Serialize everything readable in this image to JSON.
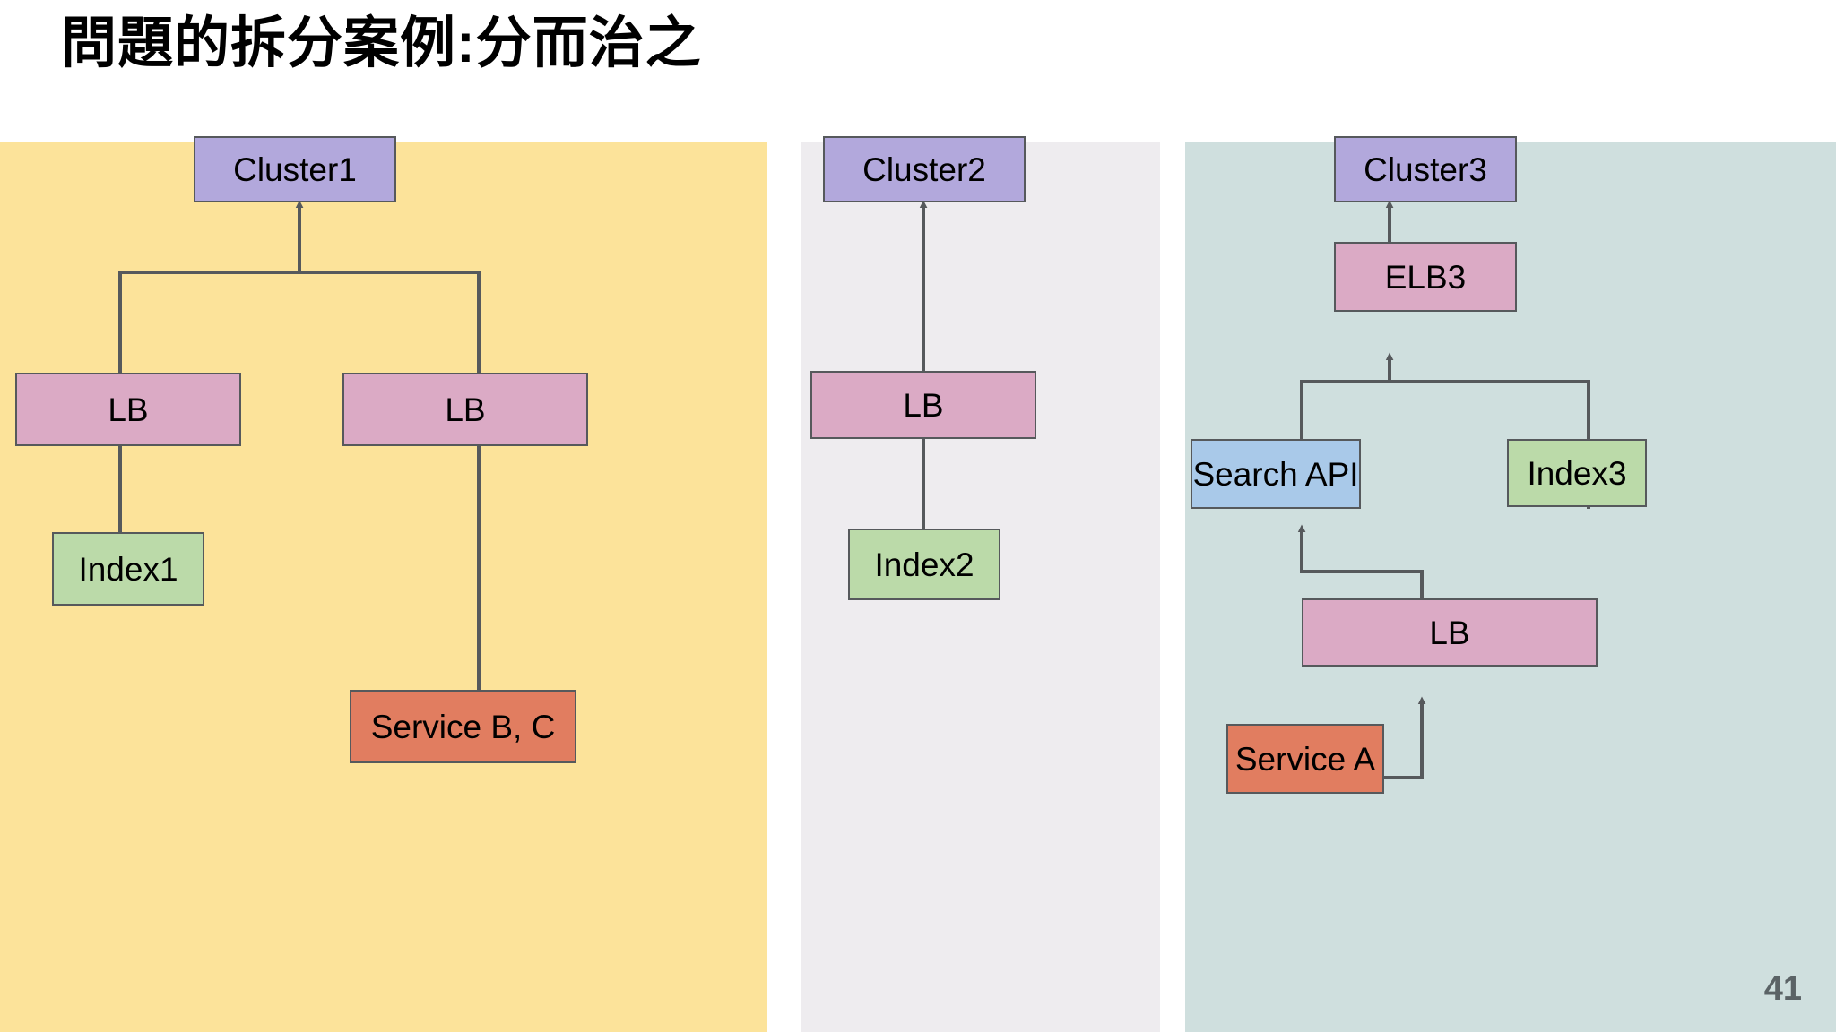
{
  "slide": {
    "title": "問題的拆分案例:分而治之",
    "page_number": "41",
    "background_color": "#ffffff"
  },
  "panels": [
    {
      "id": "panel-left",
      "background_color": "#fce39a",
      "nodes": [
        {
          "id": "cluster1",
          "label": "Cluster1",
          "type": "cluster",
          "color": "#b2a8dc"
        },
        {
          "id": "lb-left",
          "label": "LB",
          "type": "lb",
          "color": "#dbaac5"
        },
        {
          "id": "lb-right",
          "label": "LB",
          "type": "lb",
          "color": "#dbaac5"
        },
        {
          "id": "index1",
          "label": "Index1",
          "type": "index",
          "color": "#bbdaa9"
        },
        {
          "id": "servicebc",
          "label": "Service B, C",
          "type": "service",
          "color": "#e17d60"
        }
      ],
      "edges": [
        {
          "from": "lb-left",
          "to": "cluster1",
          "style": "elbow-up"
        },
        {
          "from": "lb-right",
          "to": "cluster1",
          "style": "elbow-up"
        },
        {
          "from": "index1",
          "to": "lb-left",
          "style": "straight-up"
        },
        {
          "from": "servicebc",
          "to": "lb-right",
          "style": "straight-up"
        }
      ]
    },
    {
      "id": "panel-middle",
      "background_color": "#eeecef",
      "nodes": [
        {
          "id": "cluster2",
          "label": "Cluster2",
          "type": "cluster",
          "color": "#b2a8dc"
        },
        {
          "id": "lb2",
          "label": "LB",
          "type": "lb",
          "color": "#dbaac5"
        },
        {
          "id": "index2",
          "label": "Index2",
          "type": "index",
          "color": "#bbdaa9"
        }
      ],
      "edges": [
        {
          "from": "lb2",
          "to": "cluster2",
          "style": "straight-up"
        },
        {
          "from": "index2",
          "to": "lb2",
          "style": "straight-up"
        }
      ]
    },
    {
      "id": "panel-right",
      "background_color": "#cfdfde",
      "nodes": [
        {
          "id": "cluster3",
          "label": "Cluster3",
          "type": "cluster",
          "color": "#b2a8dc"
        },
        {
          "id": "elb3",
          "label": "ELB3",
          "type": "lb",
          "color": "#dbaac5"
        },
        {
          "id": "searchapi",
          "label": "Search API",
          "type": "api",
          "color": "#a9c9e9"
        },
        {
          "id": "index3",
          "label": "Index3",
          "type": "index",
          "color": "#bbdaa9"
        },
        {
          "id": "lb3",
          "label": "LB",
          "type": "lb",
          "color": "#dbaac5"
        },
        {
          "id": "servicea",
          "label": "Service A",
          "type": "service",
          "color": "#e17d60"
        }
      ],
      "edges": [
        {
          "from": "elb3",
          "to": "cluster3",
          "style": "straight-up"
        },
        {
          "from": "searchapi",
          "to": "elb3",
          "style": "elbow-up"
        },
        {
          "from": "index3",
          "to": "elb3",
          "style": "elbow-up"
        },
        {
          "from": "lb3",
          "to": "searchapi",
          "style": "elbow-left-up"
        },
        {
          "from": "servicea",
          "to": "lb3",
          "style": "elbow-right-up"
        }
      ]
    }
  ],
  "theme": {
    "stroke_color": "#56595c",
    "text_color": "#000000",
    "page_number_color": "#5b6366"
  }
}
